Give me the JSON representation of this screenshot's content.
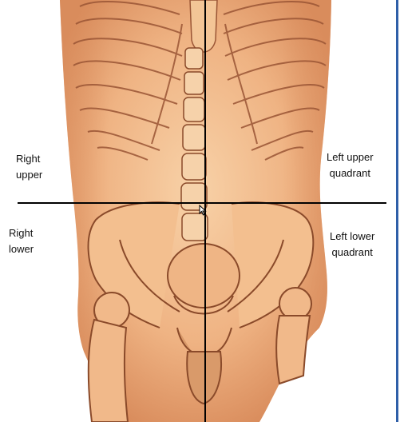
{
  "quadrant_labels": {
    "right_upper": {
      "line1": "Right",
      "line2": "upper"
    },
    "left_upper": {
      "line1": "Left upper",
      "line2": "quadrant"
    },
    "right_lower": {
      "line1": "Right",
      "line2": "lower"
    },
    "left_lower": {
      "line1": "Left lower",
      "line2": "quadrant"
    }
  },
  "colors": {
    "skin_light": "#f6c79a",
    "skin_mid": "#eaa877",
    "skin_dark": "#d98c5c",
    "outline": "#8a4a2a",
    "axis_line": "#000000",
    "frame": "#2f5fa8"
  },
  "icons": {
    "cursor": "mouse-pointer-icon"
  }
}
